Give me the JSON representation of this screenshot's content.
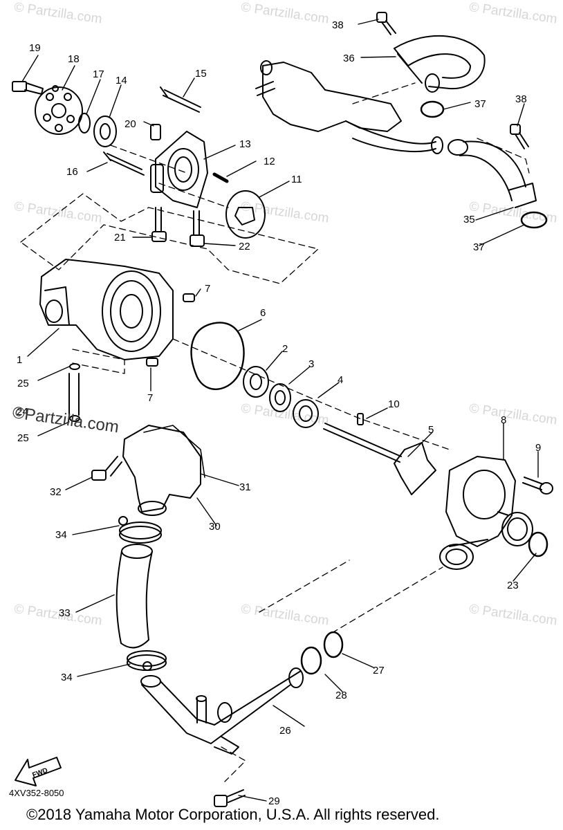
{
  "watermark": "© Partzilla.com",
  "watermark_main": "©Partzilla.com",
  "diagram_code": "4XV352-8050",
  "copyright": "©2018 Yamaha Motor Corporation, U.S.A. All rights reserved.",
  "fwd_label": "FWD",
  "callouts": [
    "1",
    "2",
    "3",
    "4",
    "5",
    "6",
    "7",
    "7",
    "8",
    "9",
    "10",
    "11",
    "12",
    "13",
    "14",
    "15",
    "16",
    "17",
    "18",
    "19",
    "20",
    "21",
    "22",
    "23",
    "24",
    "25",
    "25",
    "26",
    "27",
    "28",
    "29",
    "30",
    "31",
    "32",
    "33",
    "34",
    "34",
    "35",
    "36",
    "37",
    "37",
    "38",
    "38"
  ]
}
